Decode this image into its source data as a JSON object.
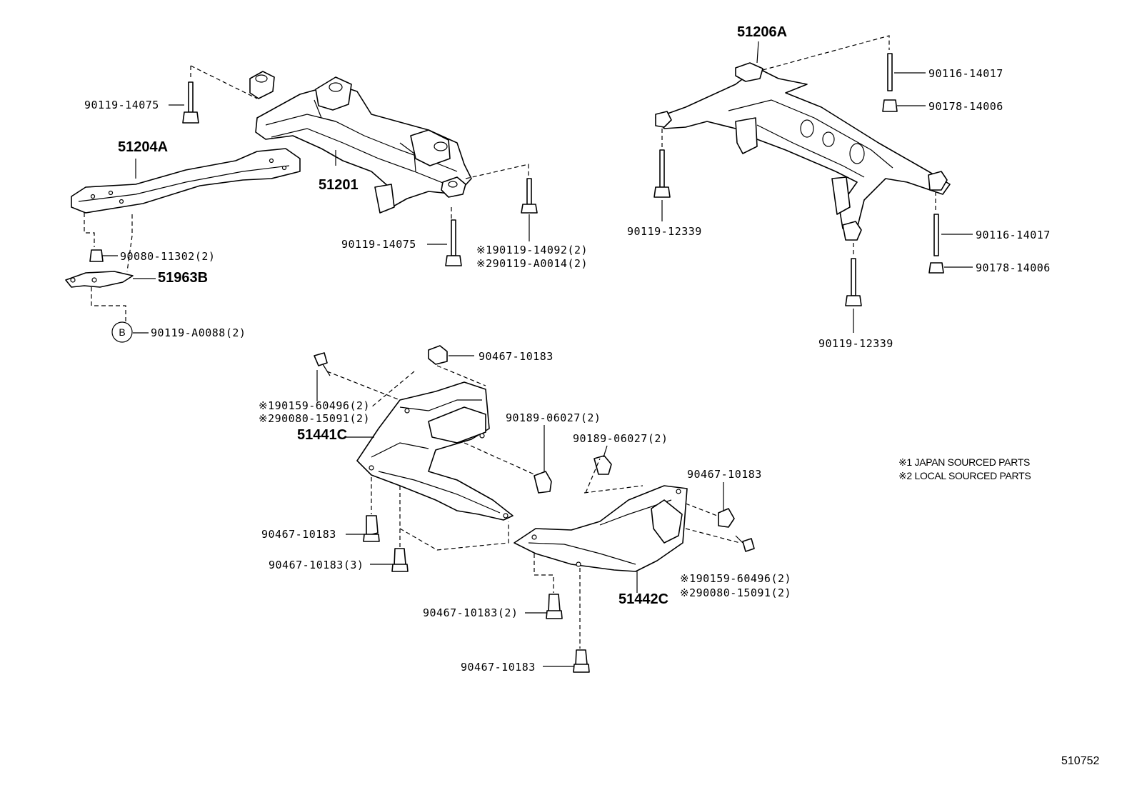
{
  "callouts": {
    "c_90119_14075_top": "90119-14075",
    "c_51204A": "51204A",
    "c_51201": "51201",
    "c_90080_11302": "90080-11302(2)",
    "c_51963B": "51963B",
    "c_circle_b": "B",
    "c_90119_A0088": "90119-A0088(2)",
    "c_90119_14075_mid": "90119-14075",
    "c_90119_14092": "※190119-14092(2)",
    "c_90119_A0014": "※290119-A0014(2)",
    "c_51206A": "51206A",
    "c_90116_14017_top": "90116-14017",
    "c_90178_14006_top": "90178-14006",
    "c_90119_12339_left": "90119-12339",
    "c_90116_14017_right": "90116-14017",
    "c_90178_14006_right": "90178-14006",
    "c_90119_12339_bottom": "90119-12339",
    "c_90467_10183_a": "90467-10183",
    "c_90159_60496_left": "※190159-60496(2)",
    "c_90080_15091_left": "※290080-15091(2)",
    "c_51441C": "51441C",
    "c_90189_06027_a": "90189-06027(2)",
    "c_90189_06027_b": "90189-06027(2)",
    "c_90467_10183_b": "90467-10183",
    "c_90467_10183_c": "90467-10183",
    "c_90467_10183_d": "90467-10183(3)",
    "c_90159_60496_right": "※190159-60496(2)",
    "c_90080_15091_right": "※290080-15091(2)",
    "c_51442C": "51442C",
    "c_90467_10183_e": "90467-10183(2)",
    "c_90467_10183_f": "90467-10183"
  },
  "notes": {
    "note1": "※1  JAPAN  SOURCED  PARTS",
    "note2": "※2  LOCAL  SOURCED  PARTS"
  },
  "illustration_code": "510752"
}
